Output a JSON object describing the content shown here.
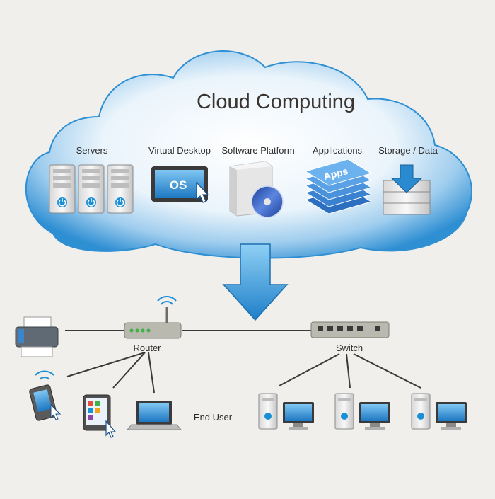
{
  "cloud": {
    "title": "Cloud Computing",
    "services": [
      {
        "label": "Servers"
      },
      {
        "label": "Virtual Desktop",
        "screen_text": "OS"
      },
      {
        "label": "Software Platform"
      },
      {
        "label": "Applications",
        "stack_text": "Apps"
      },
      {
        "label": "Storage / Data"
      }
    ]
  },
  "network": {
    "router_label": "Router",
    "switch_label": "Switch",
    "end_user_label": "End User"
  },
  "colors": {
    "background": "#f1efeb",
    "cloud_blue": "#2f8fd3",
    "arrow_blue": "#2a8ad0",
    "line": "#3a3a3a",
    "power_blue": "#1b8fd6"
  }
}
